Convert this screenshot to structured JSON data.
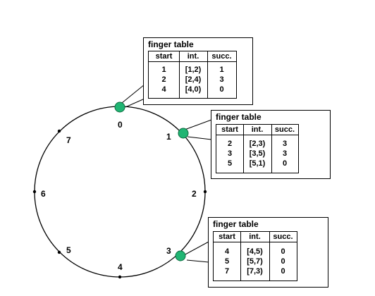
{
  "ring": {
    "identifiers": [
      "0",
      "1",
      "2",
      "3",
      "4",
      "5",
      "6",
      "7"
    ],
    "active_nodes": [
      "0",
      "1",
      "3"
    ],
    "colors": {
      "ring": "#000000",
      "point": "#000000",
      "node_fill": "#20b573",
      "node_stroke": "#0d6b3f"
    }
  },
  "finger_tables": [
    {
      "node": "0",
      "title": "finger table",
      "headers": {
        "start": "start",
        "interval": "int.",
        "successor": "succ."
      },
      "rows": [
        {
          "start": "1",
          "interval": "[1,2)",
          "successor": "1"
        },
        {
          "start": "2",
          "interval": "[2,4)",
          "successor": "3"
        },
        {
          "start": "4",
          "interval": "[4,0)",
          "successor": "0"
        }
      ]
    },
    {
      "node": "1",
      "title": "finger table",
      "headers": {
        "start": "start",
        "interval": "int.",
        "successor": "succ."
      },
      "rows": [
        {
          "start": "2",
          "interval": "[2,3)",
          "successor": "3"
        },
        {
          "start": "3",
          "interval": "[3,5)",
          "successor": "3"
        },
        {
          "start": "5",
          "interval": "[5,1)",
          "successor": "0"
        }
      ]
    },
    {
      "node": "3",
      "title": "finger table",
      "headers": {
        "start": "start",
        "interval": "int.",
        "successor": "succ."
      },
      "rows": [
        {
          "start": "4",
          "interval": "[4,5)",
          "successor": "0"
        },
        {
          "start": "5",
          "interval": "[5,7)",
          "successor": "0"
        },
        {
          "start": "7",
          "interval": "[7,3)",
          "successor": "0"
        }
      ]
    }
  ]
}
